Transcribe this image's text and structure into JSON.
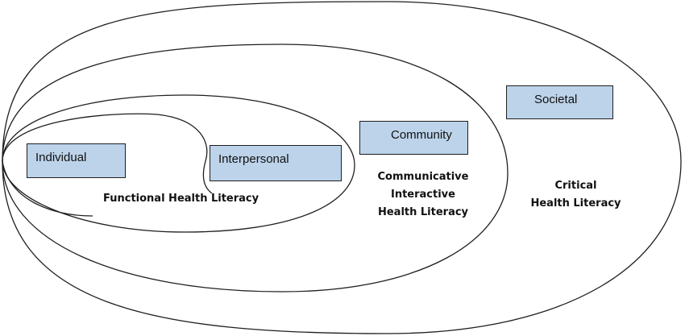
{
  "diagram": {
    "levels": {
      "individual": "Individual",
      "interpersonal": "Interpersonal",
      "community": "Community",
      "societal": "Societal"
    },
    "literacies": {
      "functional": "Functional Health Literacy",
      "communicative": [
        "Communicative",
        "Interactive",
        "Health Literacy"
      ],
      "critical": [
        "Critical",
        "Health Literacy"
      ]
    },
    "colors": {
      "box_fill": "#bcd3ea",
      "outline": "#1f1f1f"
    }
  }
}
